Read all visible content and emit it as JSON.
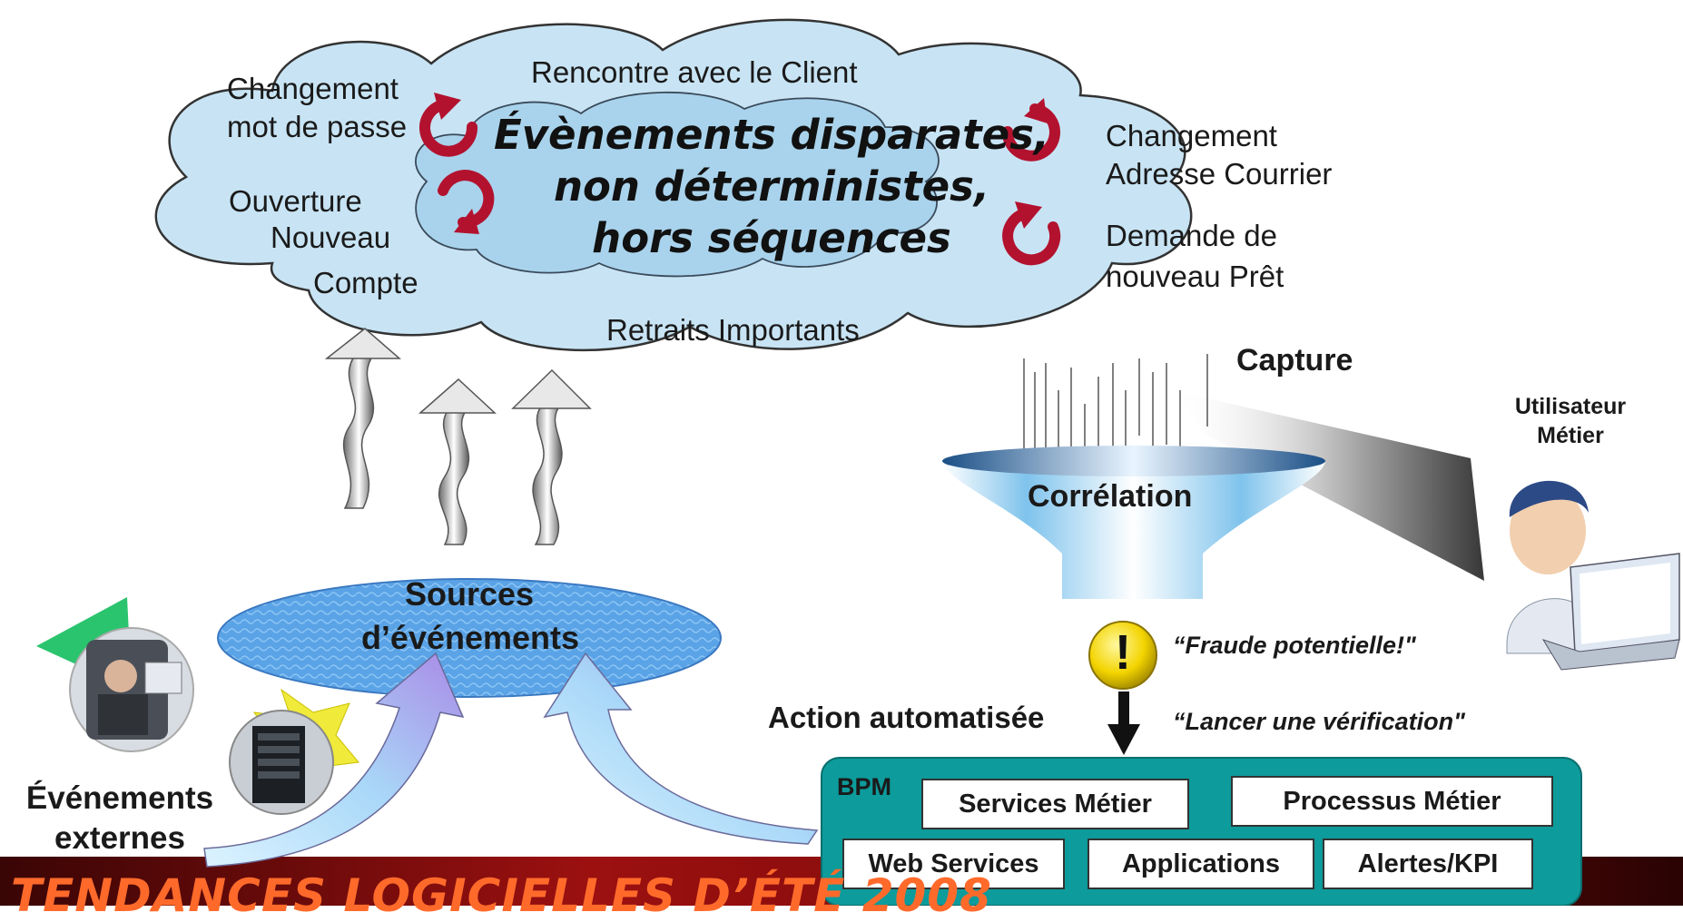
{
  "cloud": {
    "top_label": "Rencontre avec le Client",
    "left_top": [
      "Changement",
      "mot de passe"
    ],
    "left_bottom": [
      "Ouverture",
      "Nouveau",
      "Compte"
    ],
    "right_top": [
      "Changement",
      "Adresse Courrier"
    ],
    "right_bottom": [
      "Demande de",
      "nouveau Prêt"
    ],
    "bottom_label": "Retraits Importants",
    "center": [
      "Évènements disparates,",
      "non déterministes,",
      "hors séquences"
    ]
  },
  "sources_label": [
    "Sources",
    "d’événements"
  ],
  "external_events_label": [
    "Événements",
    "externes"
  ],
  "capture_label": "Capture",
  "correlation_label": "Corrélation",
  "user_label": [
    "Utilisateur",
    "Métier"
  ],
  "fraud_label": "“Fraude potentielle!\"",
  "action_label": "Action automatisée",
  "verify_label": "“Lancer une vérification\"",
  "alert_symbol": "!",
  "bpm": {
    "title": "BPM",
    "boxes": [
      "Services Métier",
      "Processus Métier",
      "Web Services",
      "Applications",
      "Alertes/KPI"
    ]
  },
  "banner": "TENDANCES LOGICIELLES D’ÉTÉ 2008",
  "colors": {
    "cloud_fill": "#c8e4f4",
    "inner_cloud_fill": "#a9d3ec",
    "cycle_arrow": "#b3122f",
    "sources_fill": "#5aa3e6",
    "bpm_fill": "#0d9b9b",
    "alert_fill": "#ffe400",
    "banner_red": "#8a0b0b",
    "banner_text": "#ff6a2b"
  }
}
